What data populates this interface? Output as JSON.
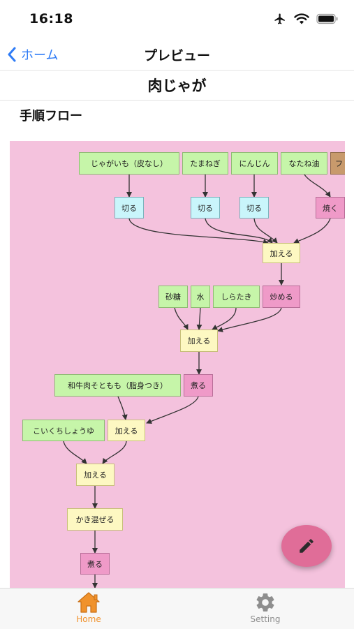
{
  "status_bar": {
    "time": "16:18"
  },
  "nav": {
    "back_label": "ホーム",
    "title": "プレビュー"
  },
  "recipe": {
    "title": "肉じゃが"
  },
  "section": {
    "heading": "手順フロー"
  },
  "flow": {
    "ingredients_row1": [
      "じゃがいも（皮なし）",
      "たまねぎ",
      "にんじん",
      "なたね油",
      "フ"
    ],
    "steps_row1": [
      "切る",
      "切る",
      "切る",
      "焼く"
    ],
    "merge1": "加える",
    "ingredients_row2": [
      "砂糖",
      "水",
      "しらたき"
    ],
    "step_fry": "炒める",
    "merge2": "加える",
    "ingredient_beef": "和牛肉そともも（脂身つき）",
    "step_simmer1": "煮る",
    "ingredient_soy": "こいくちしょうゆ",
    "merge3": "加える",
    "merge4": "加える",
    "step_mix": "かき混ぜる",
    "step_simmer2": "煮る"
  },
  "tabs": {
    "home_label": "Home",
    "setting_label": "Setting"
  },
  "colors": {
    "accent": "#2f7cf6",
    "flow_background": "#f4c2dd",
    "ingredient": "#c6f5a9",
    "cut": "#c9f5fb",
    "add": "#fdf8c2",
    "heat": "#ef9ac8",
    "fab": "#e06d98",
    "tab_active": "#f0922c",
    "tab_inactive": "#8e8e8e"
  },
  "icons": [
    "airplane-icon",
    "wifi-icon",
    "battery-icon",
    "chevron-left-icon",
    "pencil-icon",
    "home-icon",
    "gear-icon"
  ]
}
